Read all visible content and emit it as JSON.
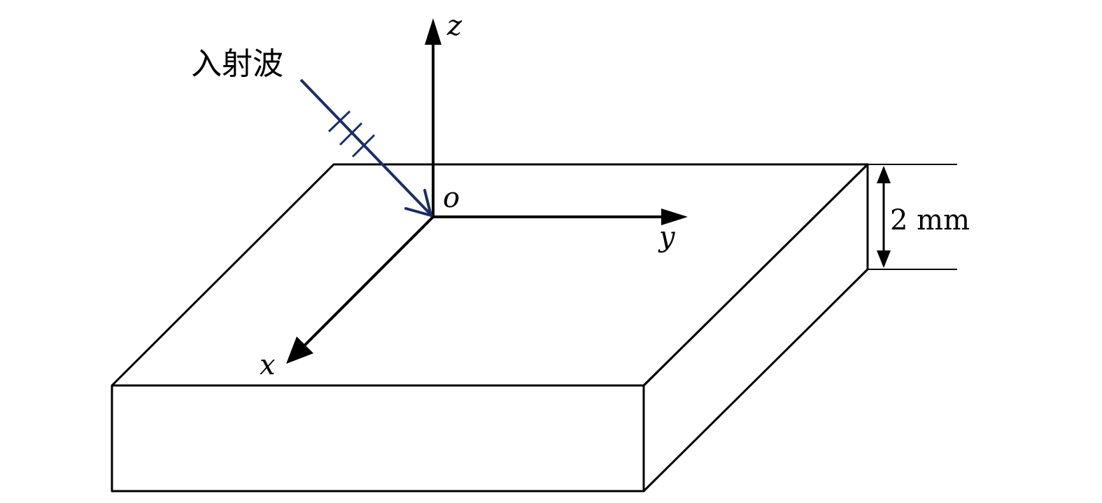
{
  "labels": {
    "axis_z": "z",
    "axis_y": "y",
    "axis_x": "x",
    "origin": "o",
    "incident_wave": "入射波",
    "thickness": "2 mm"
  },
  "colors": {
    "slab_blue": "#5a82d2",
    "slab_side_dark": "#4560a4",
    "slab_side_grey": "#b4b8c4",
    "slab_highlight": "#ffffff",
    "incident_arrow": "#1b2e63",
    "lines": "#000000"
  }
}
